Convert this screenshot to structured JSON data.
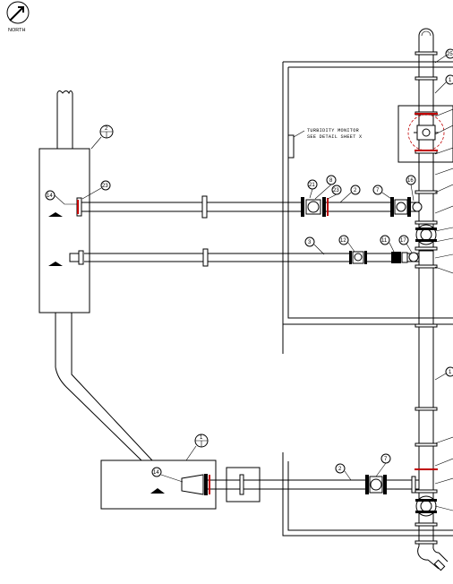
{
  "north_arrow": {
    "label": "NORTH",
    "icon": "north-arrow-icon"
  },
  "note": {
    "line1": "TURBIDITY MONITOR",
    "line2": "SEE DETAIL SHEET X"
  },
  "section_markers": [
    {
      "top": "2",
      "bottom": ""
    },
    {
      "top": "1",
      "bottom": ""
    }
  ],
  "callouts": {
    "upper_line": [
      "14",
      "23",
      "21",
      "8",
      "23",
      "2",
      "7",
      "16"
    ],
    "middle_line": [
      "3",
      "12",
      "11",
      "17"
    ],
    "lower_line": [
      "14",
      "2",
      "7"
    ],
    "riser": [
      "25",
      "1",
      "1"
    ]
  },
  "colors": {
    "line": "#000000",
    "accent": "#c00000",
    "background": "#ffffff"
  }
}
